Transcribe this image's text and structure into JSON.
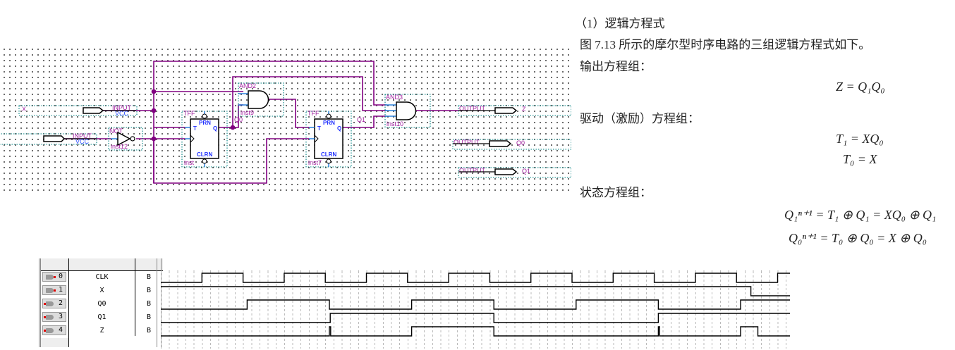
{
  "text": {
    "heading": "（1）逻辑方程式",
    "intro": "图 7.13 所示的摩尔型时序电路的三组逻辑方程式如下。",
    "output_group": "输出方程组：",
    "drive_group": "驱动（激励）方程组：",
    "state_group": "状态方程组："
  },
  "equations": {
    "z": "Z = Q₁Q₀",
    "t1": "T₁ = XQ₀",
    "t0": "T₀ = X",
    "q1_next": "Q₁ⁿ⁺¹ = T₁ ⊕ Q₁ = XQ₀ ⊕ Q₁",
    "q0_next": "Q₀ⁿ⁺¹ = T₀ ⊕ Q₀ = X ⊕ Q₀"
  },
  "schematic": {
    "input_x": {
      "name": "X",
      "type": "INPUT",
      "default": "VCC"
    },
    "input_clk": {
      "type": "INPUT",
      "default": "VCC"
    },
    "not_gate": {
      "type": "NOT",
      "inst": "inst12"
    },
    "tff0": {
      "type": "TFF",
      "inst": "inst",
      "prn": "PRN",
      "clrn": "CLRN",
      "t": "T",
      "q": "Q"
    },
    "tff1": {
      "type": "TFF",
      "inst": "inst7",
      "prn": "PRN",
      "clrn": "CLRN",
      "t": "T",
      "q": "Q"
    },
    "and2": {
      "type": "AND2",
      "inst": "inst9"
    },
    "and3": {
      "type": "AND3",
      "inst": "inst10"
    },
    "net_q0": "Q0",
    "net_q1": "Q1",
    "outputs": [
      {
        "type": "OUTPUT",
        "name": "Z"
      },
      {
        "type": "OUTPUT",
        "name": "Q0"
      },
      {
        "type": "OUTPUT",
        "name": "Q1"
      }
    ]
  },
  "waveform": {
    "time_end_half_cycles": 15.3,
    "signals": [
      {
        "index": "0",
        "name": "CLK",
        "value": "B",
        "direction": "input",
        "levels": [
          [
            0,
            0
          ],
          [
            1,
            1
          ],
          [
            2,
            0
          ],
          [
            3,
            1
          ],
          [
            4,
            0
          ],
          [
            5,
            1
          ],
          [
            6,
            0
          ],
          [
            7,
            1
          ],
          [
            8,
            0
          ],
          [
            9,
            1
          ],
          [
            10,
            0
          ],
          [
            11,
            1
          ],
          [
            12,
            0
          ],
          [
            13,
            1
          ],
          [
            14,
            0
          ],
          [
            15,
            1
          ]
        ]
      },
      {
        "index": "1",
        "name": "X",
        "value": "B",
        "direction": "input",
        "levels": [
          [
            0,
            1
          ],
          [
            14.35,
            0
          ]
        ]
      },
      {
        "index": "2",
        "name": "Q0",
        "value": "B",
        "direction": "output",
        "levels": [
          [
            0,
            0
          ],
          [
            2.1,
            1
          ],
          [
            4.1,
            0
          ],
          [
            6.1,
            1
          ],
          [
            8.1,
            0
          ],
          [
            10.1,
            1
          ],
          [
            12.1,
            0
          ],
          [
            14.1,
            1
          ]
        ]
      },
      {
        "index": "3",
        "name": "Q1",
        "value": "B",
        "direction": "output",
        "levels": [
          [
            0,
            0
          ],
          [
            4.12,
            1
          ],
          [
            8.1,
            0
          ],
          [
            12.1,
            1
          ]
        ]
      },
      {
        "index": "4",
        "name": "Z",
        "value": "B",
        "direction": "output",
        "levels": [
          [
            0,
            0
          ],
          [
            4.1,
            1
          ],
          [
            4.13,
            0
          ],
          [
            6.1,
            1
          ],
          [
            8.1,
            0
          ],
          [
            12.1,
            1
          ],
          [
            12.13,
            0
          ],
          [
            14.1,
            1
          ],
          [
            14.52,
            0
          ]
        ]
      }
    ]
  },
  "colors": {
    "wire": "#800080",
    "pin_stub": "#1c78d8",
    "label": "#a0209f",
    "frame": "#008080"
  }
}
